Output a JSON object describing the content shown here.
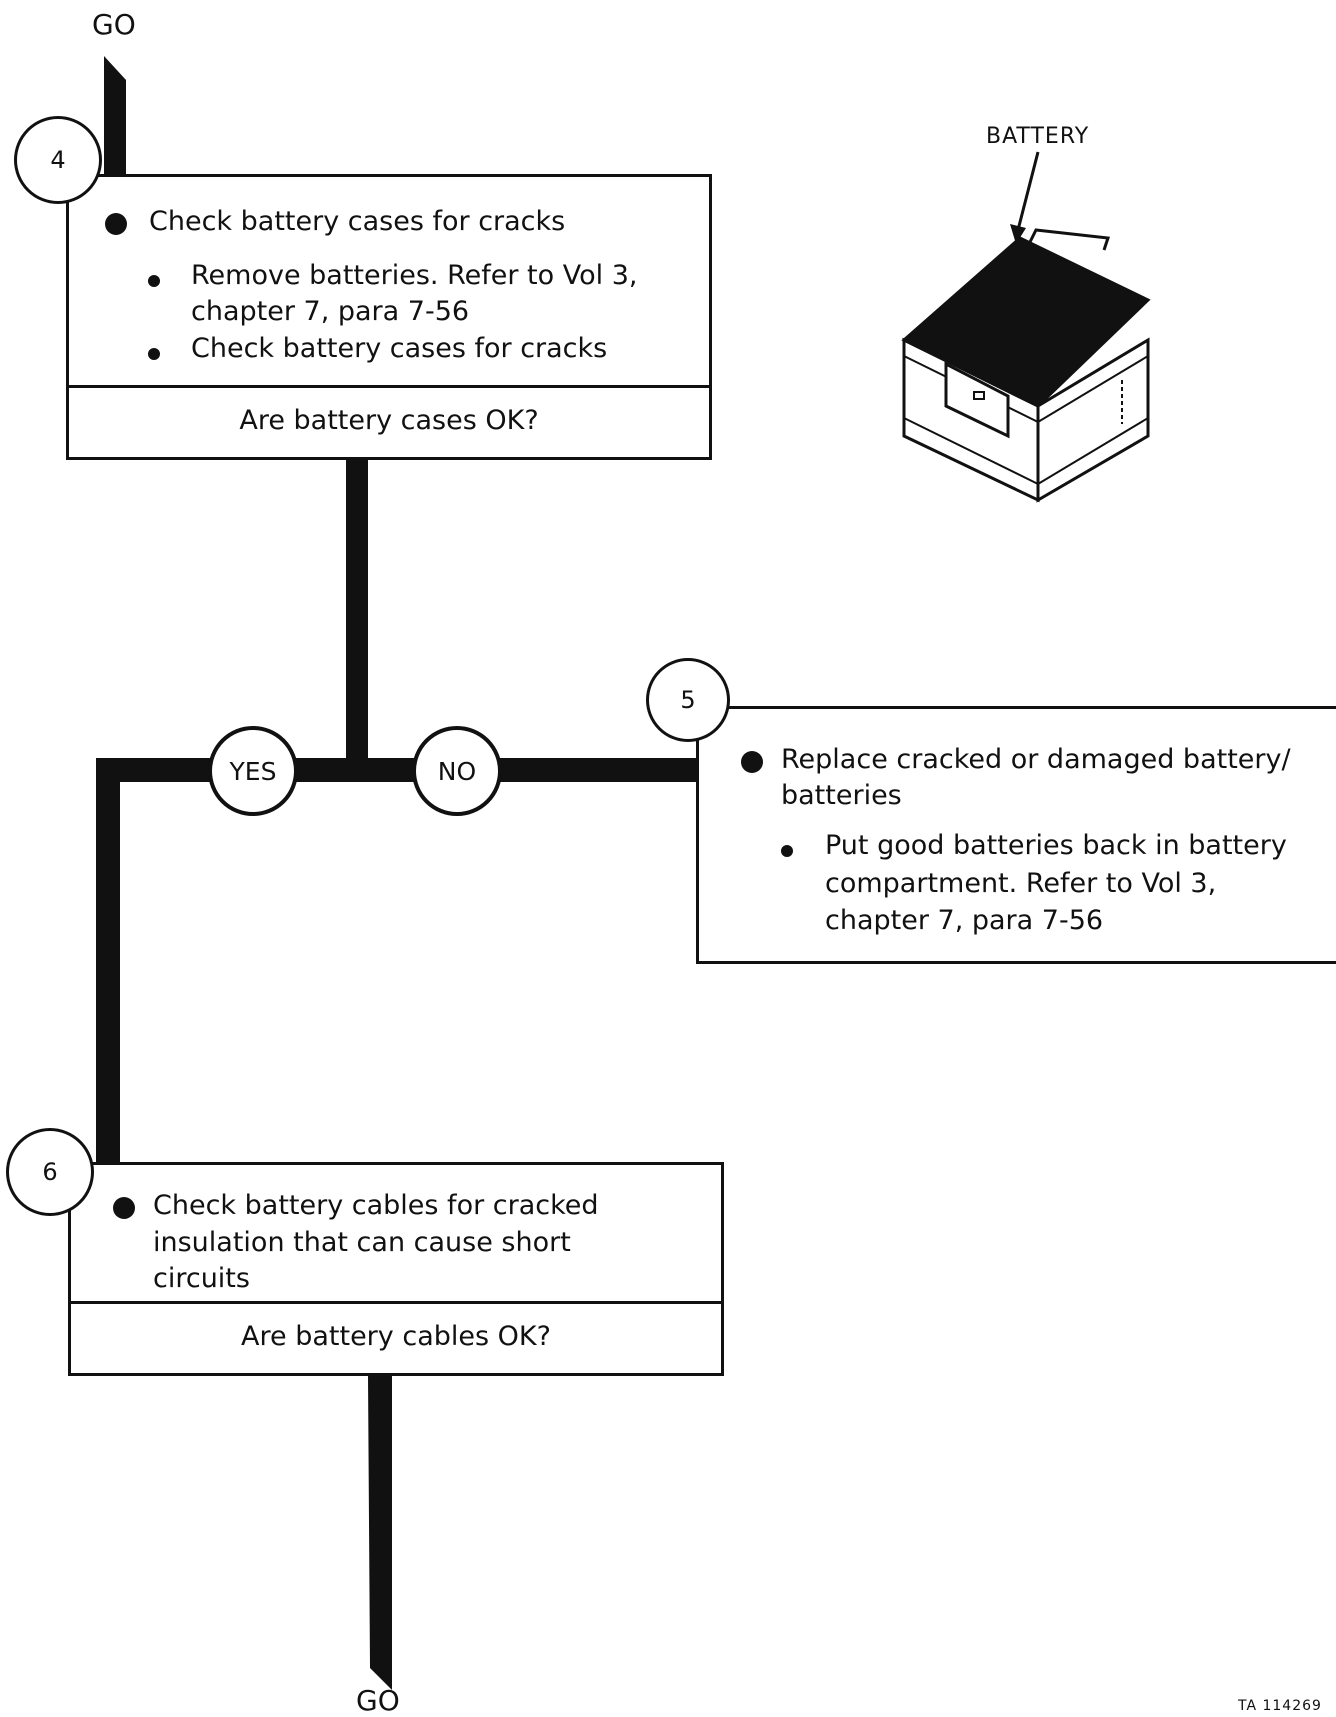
{
  "flow": {
    "go_top": "GO",
    "go_bottom": "GO",
    "yes_label": "YES",
    "no_label": "NO"
  },
  "step4": {
    "number": "4",
    "main": "Check battery cases for cracks",
    "sub1_line1": "Remove batteries.  Refer to Vol 3,",
    "sub1_line2": "chapter 7, para 7-56",
    "sub2": "Check battery cases for cracks",
    "question": "Are battery cases OK?"
  },
  "step5": {
    "number": "5",
    "main_line1": "Replace cracked or damaged battery/",
    "main_line2": "batteries",
    "sub_line1": "Put good batteries back in battery",
    "sub_line2": "compartment.  Refer to Vol 3,",
    "sub_line3": "chapter 7, para 7-56"
  },
  "step6": {
    "number": "6",
    "main_line1": "Check battery cables for cracked",
    "main_line2": "insulation that can cause short",
    "main_line3": "circuits",
    "question": "Are battery cables OK?"
  },
  "illustration": {
    "callout": "BATTERY",
    "icon": "battery-illustration"
  },
  "figure_id": "TA 114269"
}
